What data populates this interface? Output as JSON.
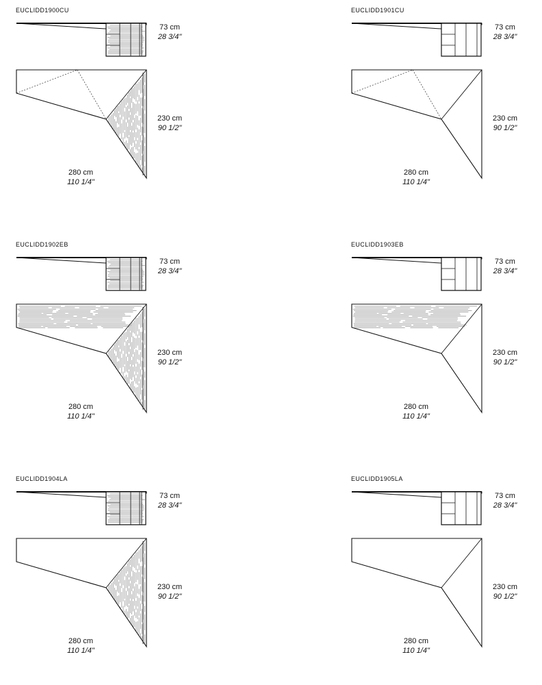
{
  "drawings": [
    {
      "code": "EUCLIDD1900CU",
      "height": {
        "metric": "73 cm",
        "imperial": "28 3/4\""
      },
      "depth": {
        "metric": "230 cm",
        "imperial": "90 1/2\""
      },
      "width": {
        "metric": "280 cm",
        "imperial": "110 1/4\""
      },
      "cabinet": "drawers",
      "side_texture": true,
      "top_texture": false,
      "inner_lines": "dashed"
    },
    {
      "code": "EUCLIDD1901CU",
      "height": {
        "metric": "73 cm",
        "imperial": "28 3/4\""
      },
      "depth": {
        "metric": "230 cm",
        "imperial": "90 1/2\""
      },
      "width": {
        "metric": "280 cm",
        "imperial": "110 1/4\""
      },
      "cabinet": "plain",
      "side_texture": false,
      "top_texture": false,
      "inner_lines": "dashed"
    },
    {
      "code": "EUCLIDD1902EB",
      "height": {
        "metric": "73 cm",
        "imperial": "28 3/4\""
      },
      "depth": {
        "metric": "230 cm",
        "imperial": "90 1/2\""
      },
      "width": {
        "metric": "280 cm",
        "imperial": "110 1/4\""
      },
      "cabinet": "drawers",
      "side_texture": true,
      "top_texture": true,
      "inner_lines": "none"
    },
    {
      "code": "EUCLIDD1903EB",
      "height": {
        "metric": "73 cm",
        "imperial": "28 3/4\""
      },
      "depth": {
        "metric": "230 cm",
        "imperial": "90 1/2\""
      },
      "width": {
        "metric": "280 cm",
        "imperial": "110 1/4\""
      },
      "cabinet": "plain",
      "side_texture": false,
      "top_texture": true,
      "inner_lines": "none"
    },
    {
      "code": "EUCLIDD1904LA",
      "height": {
        "metric": "73 cm",
        "imperial": "28 3/4\""
      },
      "depth": {
        "metric": "230 cm",
        "imperial": "90 1/2\""
      },
      "width": {
        "metric": "280 cm",
        "imperial": "110 1/4\""
      },
      "cabinet": "drawers",
      "side_texture": true,
      "top_texture": false,
      "inner_lines": "none"
    },
    {
      "code": "EUCLIDD1905LA",
      "height": {
        "metric": "73 cm",
        "imperial": "28 3/4\""
      },
      "depth": {
        "metric": "230 cm",
        "imperial": "90 1/2\""
      },
      "width": {
        "metric": "280 cm",
        "imperial": "110 1/4\""
      },
      "cabinet": "plain",
      "side_texture": false,
      "top_texture": false,
      "inner_lines": "none"
    }
  ],
  "colors": {
    "line": "#111111",
    "background": "#ffffff"
  }
}
